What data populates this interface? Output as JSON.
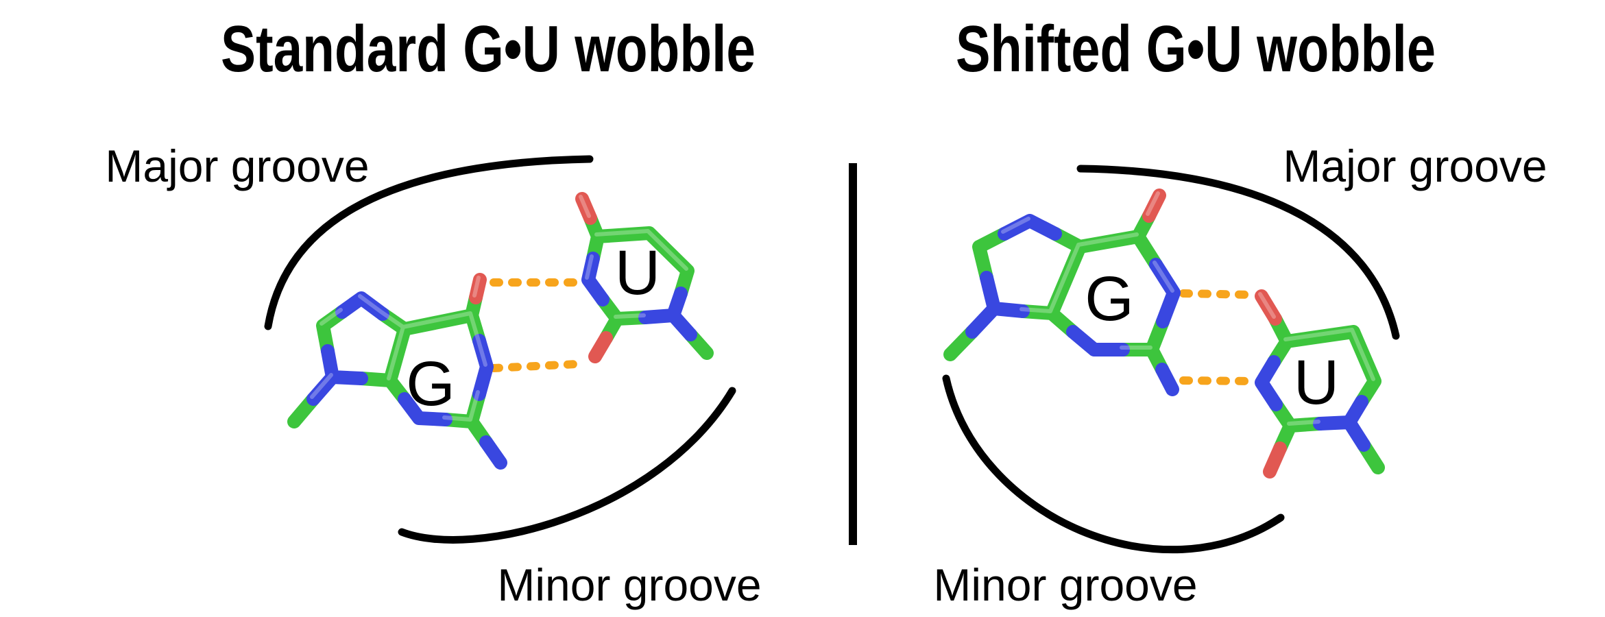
{
  "figure": {
    "background_color": "#ffffff",
    "colors": {
      "carbon": "#3dc53d",
      "nitrogen": "#3947e0",
      "oxygen": "#e15852",
      "hydrogen_bond": "#f7a41c",
      "annotation": "#000000"
    },
    "left_panel": {
      "title": "Standard G•U wobble",
      "major_groove_label": "Major groove",
      "minor_groove_label": "Minor groove",
      "guanine_letter": "G",
      "uracil_letter": "U",
      "hydrogen_bond_count": 2
    },
    "right_panel": {
      "title": "Shifted G•U wobble",
      "major_groove_label": "Major groove",
      "minor_groove_label": "Minor groove",
      "guanine_letter": "G",
      "uracil_letter": "U",
      "hydrogen_bond_count": 2
    }
  }
}
